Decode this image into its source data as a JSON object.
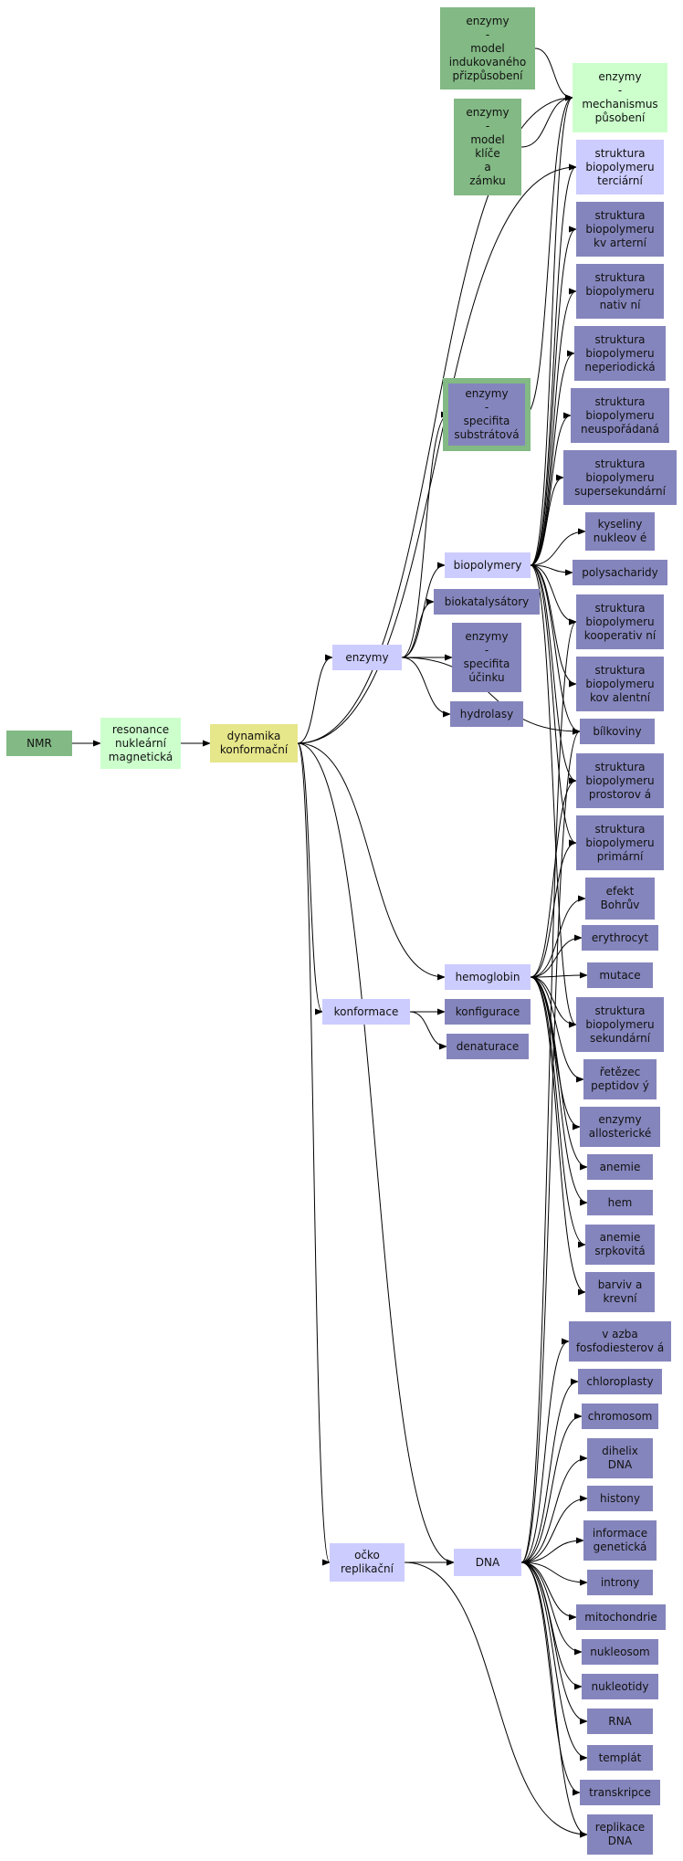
{
  "colors": {
    "green": "#82b984",
    "light_green": "#ccffcc",
    "yellow": "#e6e68a",
    "lavender": "#ccccff",
    "purple": "#8585bd",
    "edge": "#000000"
  },
  "nodes": {
    "nmr": "NMR",
    "rezonance": "resonance\nnukleární\nmagnetická",
    "dynamika": "dynamika\nkonformační",
    "enzymy": "enzymy",
    "konformace": "konformace",
    "ocko": "očko\nreplikační",
    "biopolymery": "biopolymery",
    "biokatalyzatory": "biokatalysátory",
    "specifita_ucinku": "enzymy\n-\nspecifita\núčinku",
    "hydrolasy": "hydrolasy",
    "specifita_substratova": "enzymy\n-\nspecifita\nsubstrátová",
    "hemoglobin": "hemoglobin",
    "konfigurace": "konfigurace",
    "denaturace": "denaturace",
    "dna": "DNA",
    "model_indukovany": "enzymy\n-\nmodel\nindukovaného\npřizpůsobení",
    "model_klic": "enzymy\n-\nmodel\nklíče\na\nzámku",
    "mechanismus": "enzymy\n-\nmechanismus\npůsobení",
    "terciarni": "struktura\nbiopolymeru\nterciární",
    "kvarterni": "struktura\nbiopolymeru\nkv arterní",
    "nativni": "struktura\nbiopolymeru\nnativ ní",
    "neperiodicka": "struktura\nbiopolymeru\nneperiodická",
    "neusporadana": "struktura\nbiopolymeru\nneuspořádaná",
    "supersekundarni": "struktura\nbiopolymeru\nsupersekundární",
    "kyseliny": "kyseliny\nnukleov é",
    "polysacharidy": "polysacharidy",
    "kooperativni": "struktura\nbiopolymeru\nkooperativ ní",
    "kovalentni": "struktura\nbiopolymeru\nkov alentní",
    "bilkoviny": "bílkoviny",
    "prostorova": "struktura\nbiopolymeru\nprostorov á",
    "primarni": "struktura\nbiopolymeru\nprimární",
    "bohr": "efekt\nBohrův",
    "erythrocyt": "erythrocyt",
    "mutace": "mutace",
    "sekundarni": "struktura\nbiopolymeru\nsekundární",
    "retezec": "řetězec\npeptidov ý",
    "allostericke": "enzymy\nallosterické",
    "anemie": "anemie",
    "hem": "hem",
    "anemie_srp": "anemie\nsrpkovitá",
    "barviva": "barviv a\nkrevní",
    "vazba": "v azba\nfosfodiesterov á",
    "chloroplasty": "chloroplasty",
    "chromosom": "chromosom",
    "dihelix": "dihelix\nDNA",
    "histony": "histony",
    "informace": "informace\ngenetická",
    "introny": "introny",
    "mitochondrie": "mitochondrie",
    "nukleosom": "nukleosom",
    "nukleotidy": "nukleotidy",
    "rna": "RNA",
    "templat": "templát",
    "transkripce": "transkripce",
    "replikace": "replikace\nDNA"
  }
}
